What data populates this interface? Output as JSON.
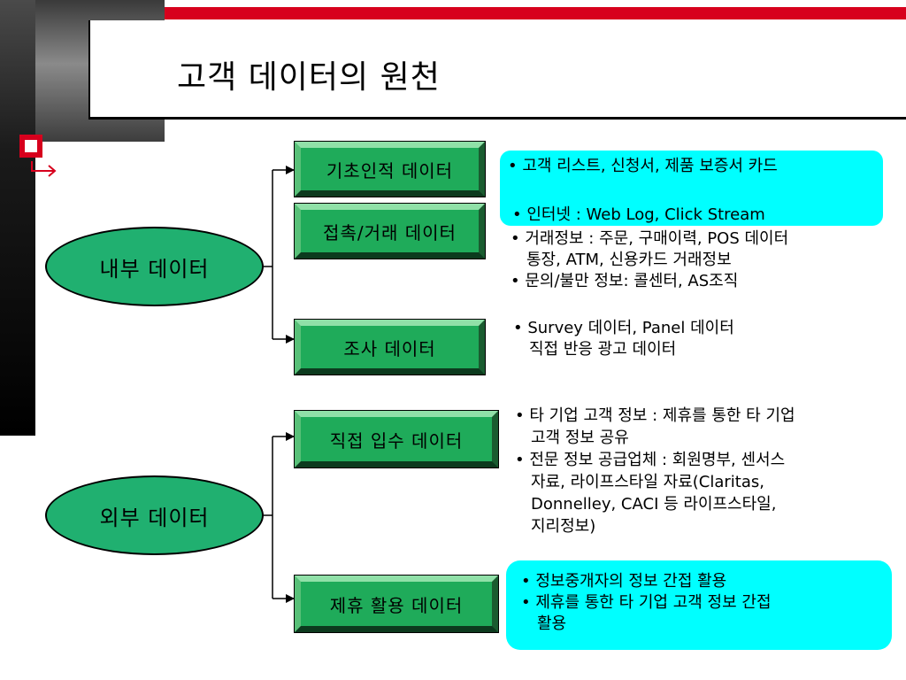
{
  "title": "고객 데이터의 원천",
  "sources": {
    "internal_label": "내부 데이터",
    "external_label": "외부 데이터"
  },
  "categories": {
    "basic": "기초인적 데이터",
    "contact": "접촉/거래 데이터",
    "survey": "조사 데이터",
    "direct": "직접 입수 데이터",
    "partner": "제휴 활용 데이터"
  },
  "details": {
    "basic": [
      "• 고객 리스트, 신청서, 제품 보증서 카드"
    ],
    "web": [
      "• 인터넷 : Web Log, Click Stream"
    ],
    "contact": [
      "• 거래정보 : 주문, 구매이력, POS 데이터",
      "통장, ATM, 신용카드 거래정보",
      "• 문의/불만 정보: 콜센터, AS조직"
    ],
    "survey": [
      "• Survey 데이터, Panel 데이터",
      "직접 반응 광고 데이터"
    ],
    "direct": [
      "• 타 기업 고객 정보 : 제휴를 통한 타 기업",
      "고객 정보 공유",
      "• 전문 정보 공급업체 : 회원명부, 센서스",
      "자료, 라이프스타일 자료(Claritas,",
      "Donnelley, CACI 등 라이프스타일,",
      "지리정보)"
    ],
    "partner": [
      "• 정보중개자의 정보 간접 활용",
      "• 제휴를 통한 타 기업 고객 정보 간접",
      "활용"
    ]
  },
  "colors": {
    "accent_red": "#d7001d",
    "ellipse_green": "#20b070",
    "box_green": "#1fab5a",
    "highlight_cyan": "#00ffff"
  }
}
